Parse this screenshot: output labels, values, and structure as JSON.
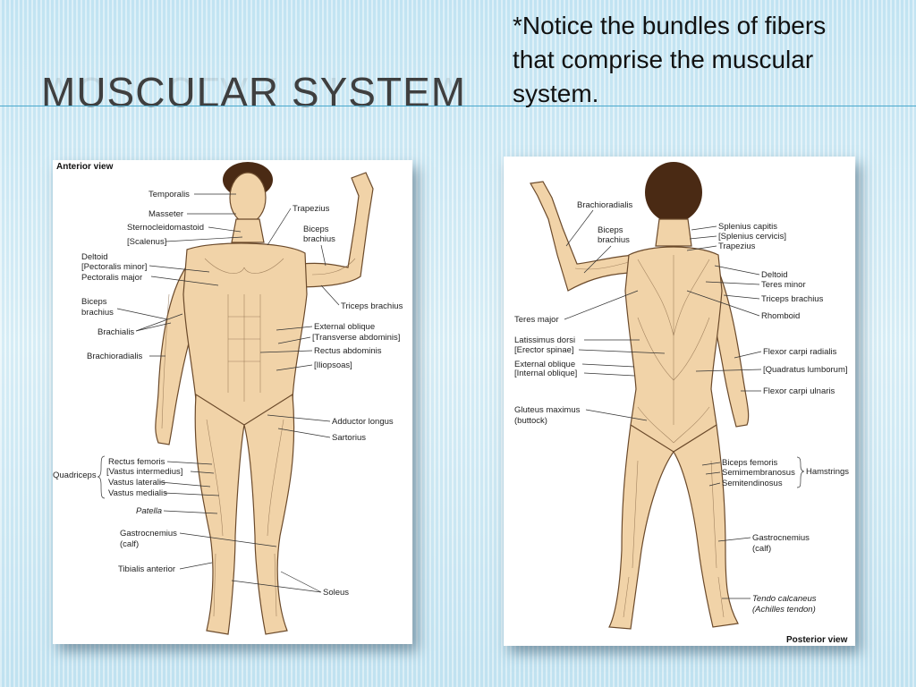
{
  "title": "Muscular System",
  "note": "*Notice the bundles of fibers that comprise the muscular system.",
  "anterior": {
    "view_label": "Anterior view",
    "labels": [
      "Temporalis",
      "Masseter",
      "Sternocleidomastoid",
      "[Scalenus]",
      "Trapezius",
      "Biceps",
      "brachius",
      "Deltoid",
      "[Pectoralis minor]",
      "Pectoralis major",
      "Triceps brachius",
      "Biceps",
      "brachius",
      "External oblique",
      "[Transverse abdominis]",
      "Brachialis",
      "Rectus abdominis",
      "Brachioradialis",
      "[Iliopsoas]",
      "Adductor longus",
      "Sartorius",
      "Rectus femoris",
      "[Vastus intermedius]",
      "Quadriceps",
      "Vastus lateralis",
      "Vastus medialis",
      "Patella",
      "Gastrocnemius",
      "(calf)",
      "Tibialis anterior",
      "Soleus"
    ]
  },
  "posterior": {
    "view_label": "Posterior view",
    "labels": [
      "Brachioradialis",
      "Splenius capitis",
      "[Splenius cervicis]",
      "Biceps",
      "brachius",
      "Trapezius",
      "Deltoid",
      "Teres minor",
      "Triceps brachius",
      "Rhomboid",
      "Teres major",
      "Latissimus dorsi",
      "Flexor carpi radialis",
      "[Erector spinae]",
      "External oblique",
      "[Quadratus lumborum]",
      "[Internal oblique]",
      "Flexor carpi ulnaris",
      "Gluteus maximus",
      "(buttock)",
      "Biceps femoris",
      "Semimembranosus",
      "Hamstrings",
      "Semitendinosus",
      "Gastrocnemius",
      "(calf)",
      "Tendo calcaneus",
      "(Achilles tendon)"
    ]
  }
}
